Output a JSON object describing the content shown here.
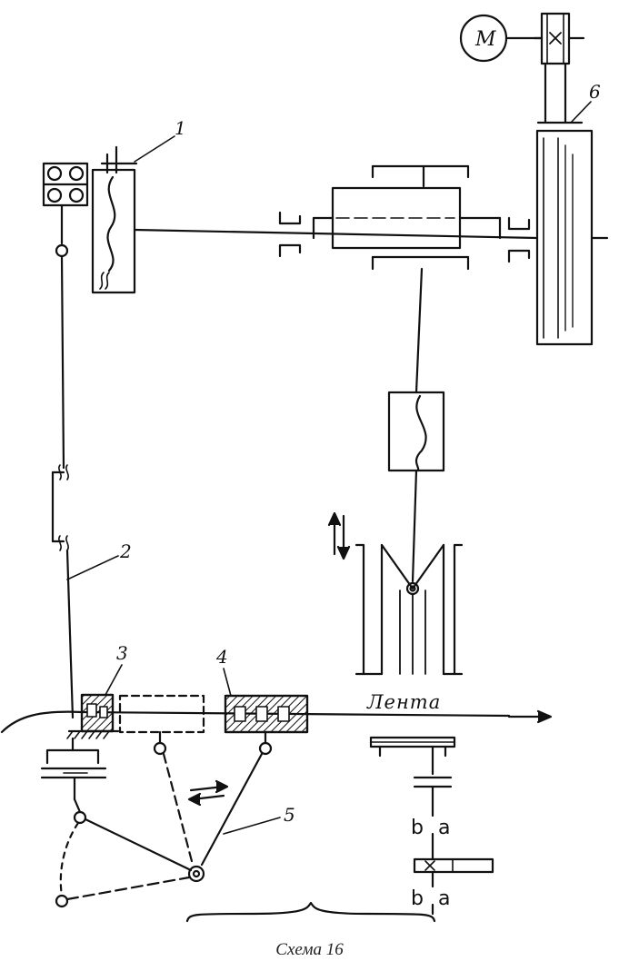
{
  "motor": {
    "label": "M"
  },
  "callouts": {
    "one": "1",
    "two": "2",
    "three": "3",
    "four": "4",
    "five": "5",
    "six": "6"
  },
  "tape_label": "Лента",
  "gear_labels": {
    "upper_left": "b",
    "upper_right": "a",
    "lower_left": "b",
    "lower_right": "a"
  },
  "caption": "Схема 16"
}
